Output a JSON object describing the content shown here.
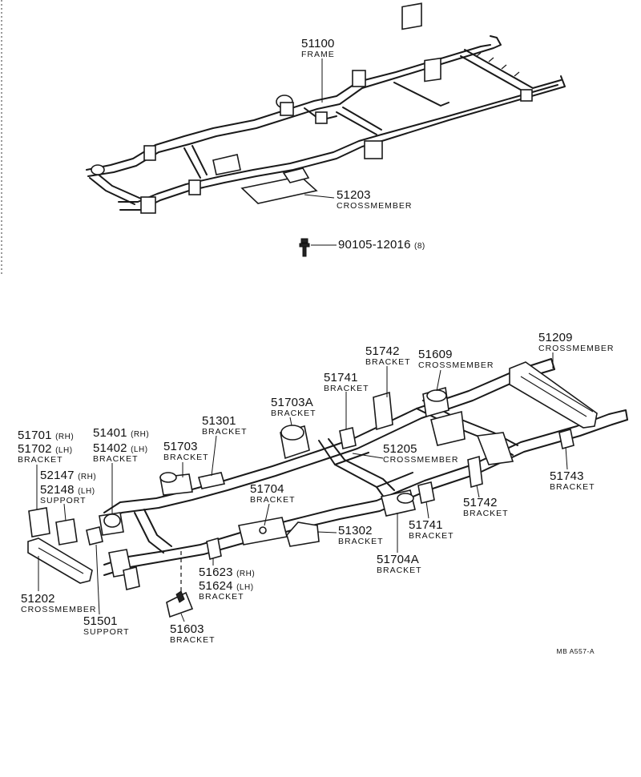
{
  "drawing_code": "MB A557-A",
  "top_callouts": [
    {
      "id": "c51100",
      "number": "51100",
      "name": "FRAME"
    },
    {
      "id": "c51203",
      "number": "51203",
      "name": "CROSSMEMBER"
    },
    {
      "id": "c90105",
      "number": "90105-12016",
      "suffix": "(8)",
      "name": ""
    }
  ],
  "bottom_callouts": [
    {
      "id": "c51209",
      "number": "51209",
      "name": "CROSSMEMBER"
    },
    {
      "id": "c51742a",
      "number": "51742",
      "name": "BRACKET"
    },
    {
      "id": "c51609",
      "number": "51609",
      "name": "CROSSMEMBER"
    },
    {
      "id": "c51741a",
      "number": "51741",
      "name": "BRACKET"
    },
    {
      "id": "c51703a",
      "number": "51703A",
      "name": "BRACKET"
    },
    {
      "id": "c51301",
      "number": "51301",
      "name": "BRACKET"
    },
    {
      "id": "c51205",
      "number": "51205",
      "name": "CROSSMEMBER"
    },
    {
      "id": "c51703",
      "number": "51703",
      "name": "BRACKET"
    },
    {
      "id": "c51401",
      "number": "51401",
      "suffix": "(RH)",
      "name": ""
    },
    {
      "id": "c51402",
      "number": "51402",
      "suffix": "(LH)",
      "name": "BRACKET"
    },
    {
      "id": "c51701",
      "number": "51701",
      "suffix": "(RH)",
      "name": ""
    },
    {
      "id": "c51702",
      "number": "51702",
      "suffix": "(LH)",
      "name": "BRACKET"
    },
    {
      "id": "c52147",
      "number": "52147",
      "suffix": "(RH)",
      "name": ""
    },
    {
      "id": "c52148",
      "number": "52148",
      "suffix": "(LH)",
      "name": "SUPPORT"
    },
    {
      "id": "c51743",
      "number": "51743",
      "name": "BRACKET"
    },
    {
      "id": "c51742b",
      "number": "51742",
      "name": "BRACKET"
    },
    {
      "id": "c51741b",
      "number": "51741",
      "name": "BRACKET"
    },
    {
      "id": "c51704",
      "number": "51704",
      "name": "BRACKET"
    },
    {
      "id": "c51302",
      "number": "51302",
      "name": "BRACKET"
    },
    {
      "id": "c51704a",
      "number": "51704A",
      "name": "BRACKET"
    },
    {
      "id": "c51623",
      "number": "51623",
      "suffix": "(RH)",
      "name": ""
    },
    {
      "id": "c51624",
      "number": "51624",
      "suffix": "(LH)",
      "name": "BRACKET"
    },
    {
      "id": "c51202",
      "number": "51202",
      "name": "CROSSMEMBER"
    },
    {
      "id": "c51501",
      "number": "51501",
      "name": "SUPPORT"
    },
    {
      "id": "c51603",
      "number": "51603",
      "name": "BRACKET"
    }
  ]
}
